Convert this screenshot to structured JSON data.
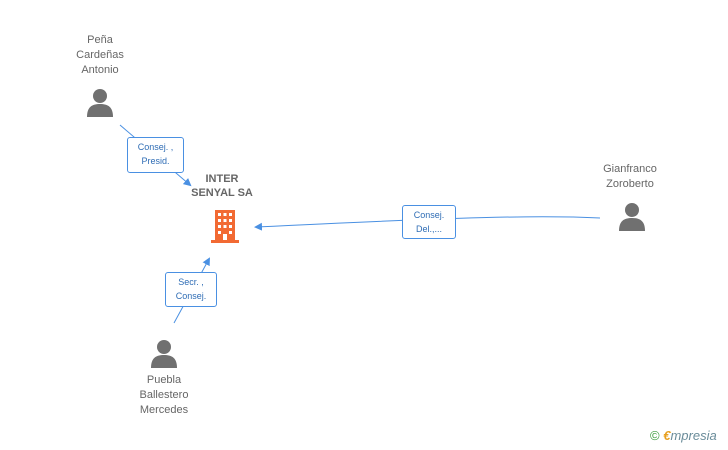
{
  "company": {
    "name": "INTER\nSENYAL SA"
  },
  "persons": [
    {
      "id": "p1",
      "name": "Peña\nCardeñas\nAntonio"
    },
    {
      "id": "p2",
      "name": "Gianfranco\nZoroberto"
    },
    {
      "id": "p3",
      "name": "Puebla\nBallestero\nMercedes"
    }
  ],
  "relations": [
    {
      "from": "p1",
      "label": "Consej. ,\nPresid."
    },
    {
      "from": "p2",
      "label": "Consej.\nDel.,..."
    },
    {
      "from": "p3",
      "label": "Secr. ,\nConsej."
    }
  ],
  "brand": {
    "copyright": "©",
    "logo_initial": "€",
    "logo_rest": "mpresia"
  },
  "colors": {
    "edge": "#4a90e2",
    "company_icon": "#f26a33",
    "person_icon": "#707070"
  }
}
